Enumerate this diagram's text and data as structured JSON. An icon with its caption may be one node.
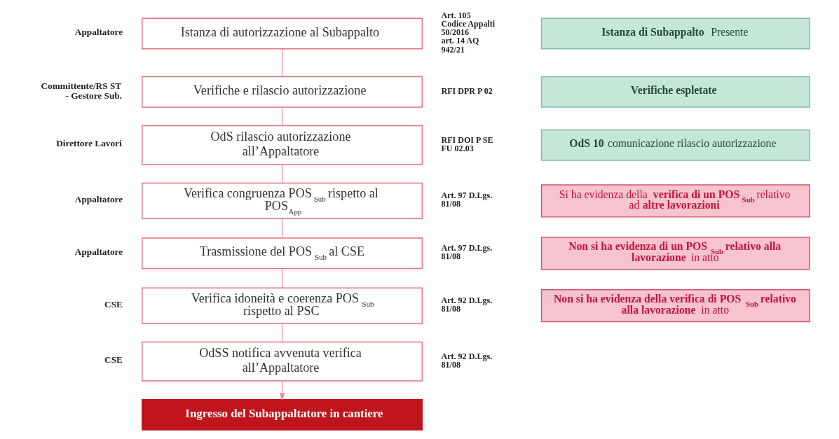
{
  "diagram": {
    "nodes": [
      {
        "text": [
          "Istanza di autorizzazione al Subappalto"
        ],
        "beside": [
          "Appaltatore",
          "Art. 105 Codice Appalti 50/2016",
          "art. 14 AQ 942/21"
        ]
      },
      {
        "text": [
          "Verifiche e rilascio autorizzazione"
        ],
        "beside": [
          "Committente/RS ST - Gestore Sub.",
          "RFI DPR P 02"
        ]
      },
      {
        "text": [
          "OdS rilascio autorizzazione all’Appaltatore"
        ],
        "beside": [
          "Direttore Lavori",
          "RFI DOI P SE FU 02.03"
        ]
      },
      {
        "text": [
          "Verifica congruenza POS$_{Sub}$ rispetto al POS$_{App}$"
        ],
        "beside": [
          "Appaltatore",
          "Art. 97 D.Lgs. 81/08"
        ]
      },
      {
        "text": [
          "Trasmissione del POS$_{Sub}$ al CSE"
        ],
        "beside": [
          "Appaltatore",
          "Art. 97 D.Lgs. 81/08"
        ]
      },
      {
        "text": [
          "Verifica idoneità e coerenza POS$_{Sub}$ rispetto al PSC"
        ],
        "beside": [
          "CSE",
          "Art. 92 D.Lgs. 81/08"
        ]
      },
      {
        "text": [
          "OdSS notifica avvenuta verifica all’Appaltatore"
        ],
        "beside": [
          "CSE",
          "Art. 92 D.Lgs. 81/08"
        ]
      },
      {
        "text": [
          "Ingresso del Subappaltatore in cantiere"
        ]
      },
      {
        "text": [
          "**Istanza di Subappalto** Presente"
        ]
      },
      {
        "text": [
          "**Verifiche espletate**"
        ]
      },
      {
        "text": [
          "**OdS 10** comunicazione rilascio autorizzazione"
        ]
      },
      {
        "text": [
          "Si ha evidenza della **verifica di un POS$_{Sub}$** relativo ad **altre lavorazioni**"
        ]
      },
      {
        "text": [
          "**Non si ha evidenza di un POS$_{Sub}$ relativo alla lavorazione** in atto"
        ]
      },
      {
        "text": [
          "**Non si ha evidenza della verifica di POS$_{Sub}$ relativo alla lavorazione** in atto"
        ]
      }
    ],
    "edges": [
      {
        "from": 0,
        "to": 1,
        "arrow": "none"
      },
      {
        "from": 1,
        "to": 2,
        "arrow": "none"
      },
      {
        "from": 2,
        "to": 3,
        "arrow": "none"
      },
      {
        "from": 3,
        "to": 4,
        "arrow": "none"
      },
      {
        "from": 4,
        "to": 5,
        "arrow": "none"
      },
      {
        "from": 5,
        "to": 6,
        "arrow": "none"
      },
      {
        "from": 6,
        "to": 7,
        "arrow": "to"
      }
    ]
  }
}
